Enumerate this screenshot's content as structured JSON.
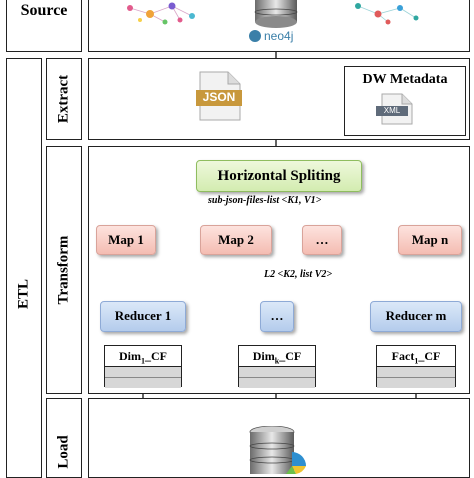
{
  "labels": {
    "source": "Source",
    "etl": "ETL",
    "extract": "Extract",
    "transform": "Transform",
    "load": "Load",
    "dw_metadata": "DW Metadata",
    "neo4j": "neo4j",
    "json_doc": "JSON",
    "xml_doc": "XML"
  },
  "transform": {
    "splitter": "Horizontal Spliting",
    "split_output": "sub-json-files-list <K1, V1>",
    "maps": [
      "Map 1",
      "Map 2",
      "…",
      "Map n"
    ],
    "shuffle": "L2 <K2, list V2>",
    "reducers": [
      "Reducer 1",
      "…",
      "Reducer m"
    ],
    "outputs": [
      "Dim",
      "Dim",
      "Fact"
    ],
    "output_subs": [
      "1",
      "k",
      "1"
    ],
    "output_suffix": "_CF"
  },
  "colors": {
    "splitter": "#d3ecb0",
    "map": "#f4bcb2",
    "reducer": "#b4ccec"
  }
}
